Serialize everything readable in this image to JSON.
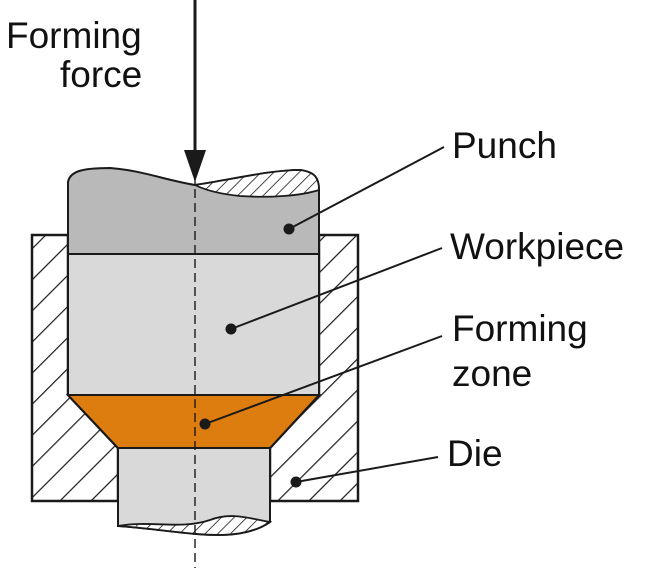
{
  "labels": {
    "force_line1": "Forming",
    "force_line2": "force",
    "punch": "Punch",
    "workpiece": "Workpiece",
    "zone_line1": "Forming",
    "zone_line2": "zone",
    "die": "Die"
  },
  "colors": {
    "punch": "#b9b9b9",
    "workpiece": "#d9d9d9",
    "forming_zone": "#dd7d10",
    "outline": "#1a1a1a",
    "background": "#ffffff"
  }
}
